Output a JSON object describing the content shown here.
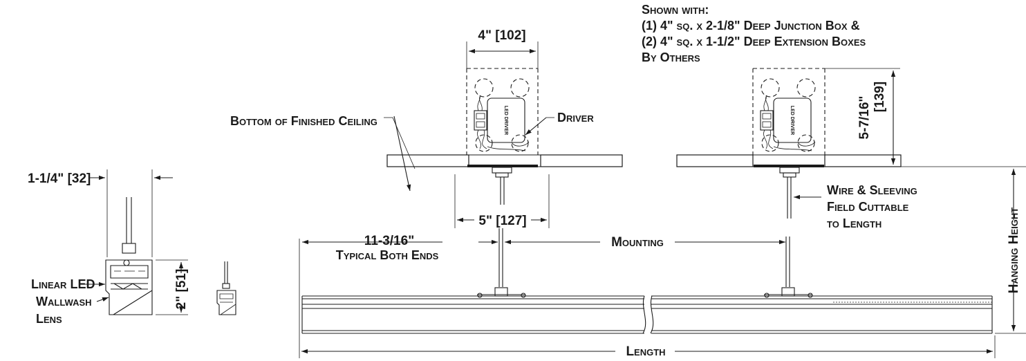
{
  "notes": {
    "shown_with": [
      "Shown with:",
      "(1) 4\" sq. x 2-1/8\" Deep Junction Box &",
      "(2) 4\" sq. x 1-1/2\" Deep Extension Boxes",
      "By Others"
    ]
  },
  "dimensions": {
    "width_4in": "4\" [102]",
    "width_5in": "5\" [127]",
    "height_box": [
      "5-7/16\"",
      "[139]"
    ],
    "profile_width": "1-1/4\" [32]",
    "profile_height": "2\" [51]",
    "end_offset": [
      "11-3/16\"",
      "Typical Both Ends"
    ],
    "mounting": "Mounting",
    "length": "Length",
    "hanging_height": "Hanging Height"
  },
  "callouts": {
    "ceiling": "Bottom of Finished Ceiling",
    "driver": "Driver",
    "driver_label": "LED DRIVER",
    "wire": [
      "Wire & Sleeving",
      "Field Cuttable",
      "to Length"
    ],
    "lens": [
      "Linear LED",
      "Wallwash",
      "Lens"
    ]
  }
}
